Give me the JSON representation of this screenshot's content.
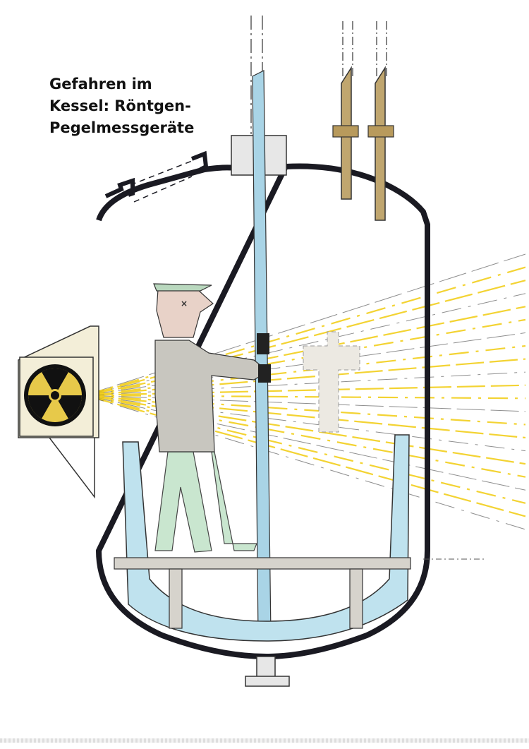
{
  "title": {
    "line1": "Gefahren im",
    "line2": "Kessel: Röntgen-",
    "line3": "Pegelmessgeräte"
  },
  "colors": {
    "vessel": "#1a1a22",
    "radiation_beam": "#f2cf1e",
    "radiation_symbol": "#c9a616",
    "agitator_shaft": "#a9d4e6",
    "liquid": "#bfe2ee",
    "pipes": "#b8a06a",
    "worker_jacket": "#cfcfc6",
    "worker_trousers": "#c9e6cf",
    "source_housing": "#f0ead2"
  },
  "icons": [
    "radiation-trefoil-icon"
  ]
}
